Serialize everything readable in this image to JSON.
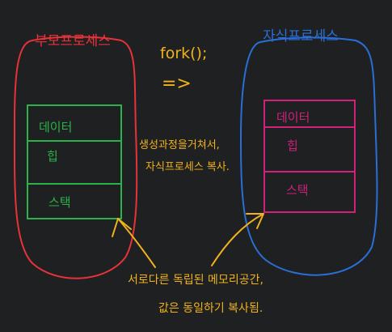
{
  "colors": {
    "background": "#1e2022",
    "parent": "#e8323a",
    "child": "#2a6fd6",
    "memory_parent": "#2bb34a",
    "memory_child": "#d0207a",
    "annotation": "#f2b21b"
  },
  "parent_process": {
    "title": "부모프로세스",
    "memory": [
      "데이터",
      "힙",
      "스택"
    ]
  },
  "child_process": {
    "title": "자식프로세스",
    "memory": [
      "데이터",
      "힙",
      "스택"
    ]
  },
  "fork": {
    "call": "fork();",
    "arrow": "=>"
  },
  "copy_note": {
    "line1": "생성과정을거쳐서,",
    "line2": "자식프로세스 복사."
  },
  "bottom_note": {
    "line1": "서로다른 독립된 메모리공간,",
    "line2": "값은 동일하기 복사됨."
  }
}
